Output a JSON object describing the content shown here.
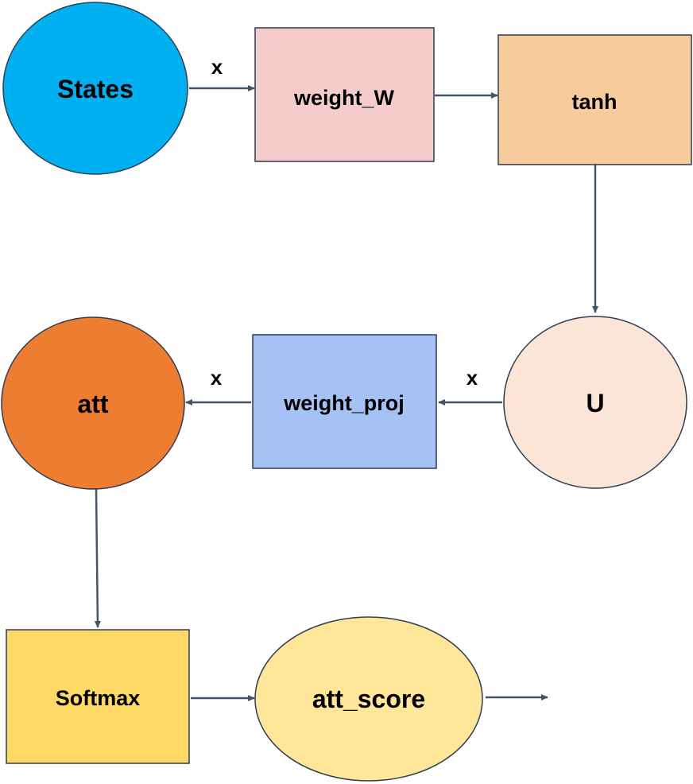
{
  "nodes": {
    "states": {
      "label": "States",
      "color": "#00B0F0"
    },
    "weight_w": {
      "label": "weight_W",
      "color": "#F4CCCC"
    },
    "tanh": {
      "label": "tanh",
      "color": "#F8CB9C"
    },
    "u": {
      "label": "U",
      "color": "#FBE5D6"
    },
    "weight_proj": {
      "label": "weight_proj",
      "color": "#A6C2F4"
    },
    "att": {
      "label": "att",
      "color": "#ED7D31"
    },
    "softmax": {
      "label": "Softmax",
      "color": "#FFD966"
    },
    "att_score": {
      "label": "att_score",
      "color": "#FFE699"
    }
  },
  "operators": {
    "states_to_weight_w": "x",
    "u_to_weight_proj": "x",
    "weight_proj_to_att": "x"
  },
  "colors": {
    "arrow": "#44546A",
    "outline": "#2F3B52"
  }
}
